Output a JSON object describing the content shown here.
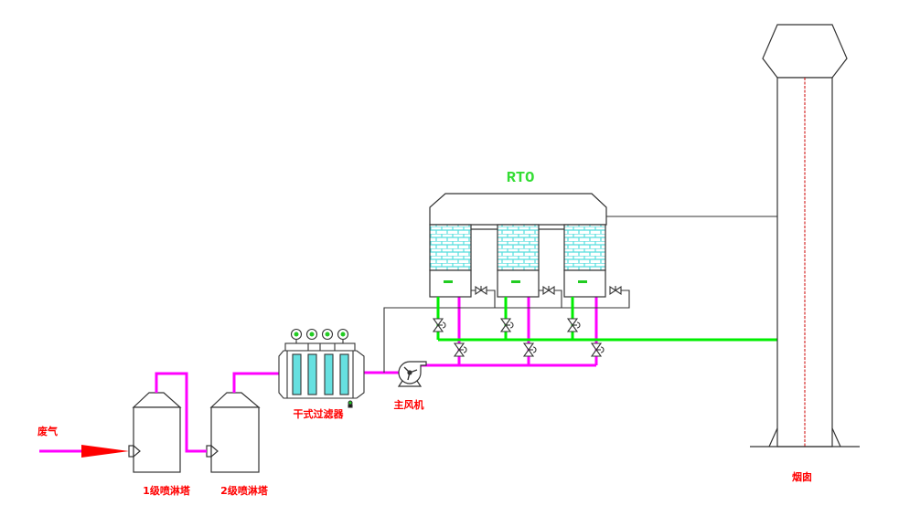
{
  "labels": {
    "waste_gas": "废气",
    "tower1": "1级喷淋塔",
    "tower2": "2级喷淋塔",
    "dry_filter": "干式过滤器",
    "main_fan": "主风机",
    "rto": "RTO",
    "chimney": "烟囱"
  },
  "colors": {
    "exhaust_pipe": "#ff00ff",
    "clean_pipe": "#00ee00",
    "label": "#ff0000",
    "ceramic": "#66e0e0",
    "line": "#333333"
  }
}
